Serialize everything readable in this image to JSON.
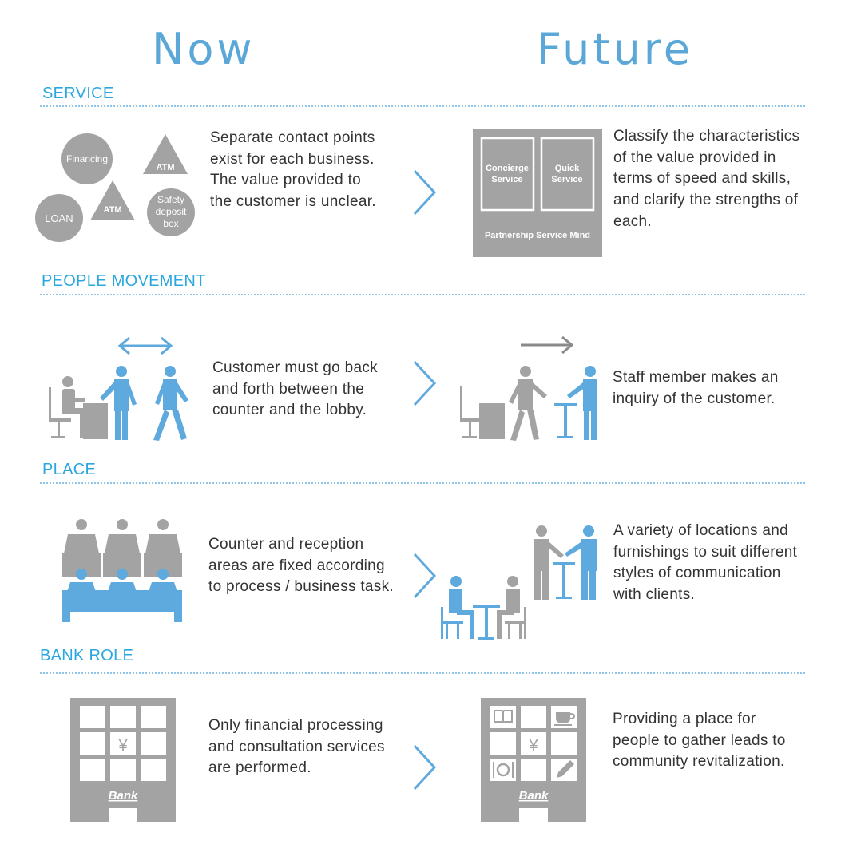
{
  "header": {
    "now_title": "Now",
    "future_title": "Future"
  },
  "sections": [
    {
      "title": "SERVICE",
      "now_text": "Separate contact points exist for each business. The value provided to the customer is unclear.",
      "future_text": "Classify the characteristics of the value provided in terms of speed and skills, and clarify the strengths of each.",
      "now_icons": {
        "financing": "Financing",
        "atm1": "ATM",
        "atm2": "ATM",
        "loan": "LOAN",
        "safety_line1": "Safety",
        "safety_line2": "deposit",
        "safety_line3": "box"
      },
      "future_box": {
        "left_line1": "Concierge",
        "left_line2": "Service",
        "right_line1": "Quick",
        "right_line2": "Service",
        "footer": "Partnership Service Mind"
      }
    },
    {
      "title": "PEOPLE MOVEMENT",
      "now_text": "Customer must go back and forth between the counter and the lobby.",
      "future_text": "Staff member makes an inquiry of the customer."
    },
    {
      "title": "PLACE",
      "now_text": "Counter and reception areas are fixed according to process / business task.",
      "future_text": "A variety of locations and furnishings to suit different styles of communication with clients."
    },
    {
      "title": "BANK ROLE",
      "now_text": "Only financial processing and consultation services are performed.",
      "future_text": "Providing a place for people to gather leads to community revitalization.",
      "bank_label_now": "Bank",
      "bank_label_future": "Bank",
      "yen": "¥"
    }
  ],
  "colors": {
    "accent": "#2aa7df",
    "figure_blue": "#5ea9dd",
    "figure_gray": "#a3a3a3",
    "text": "#333333"
  },
  "icons": [
    "double-arrow-icon",
    "arrow-right-icon",
    "chevron-right-icon",
    "book-icon",
    "cup-icon",
    "plate-icon",
    "pencil-icon",
    "yen-icon"
  ]
}
